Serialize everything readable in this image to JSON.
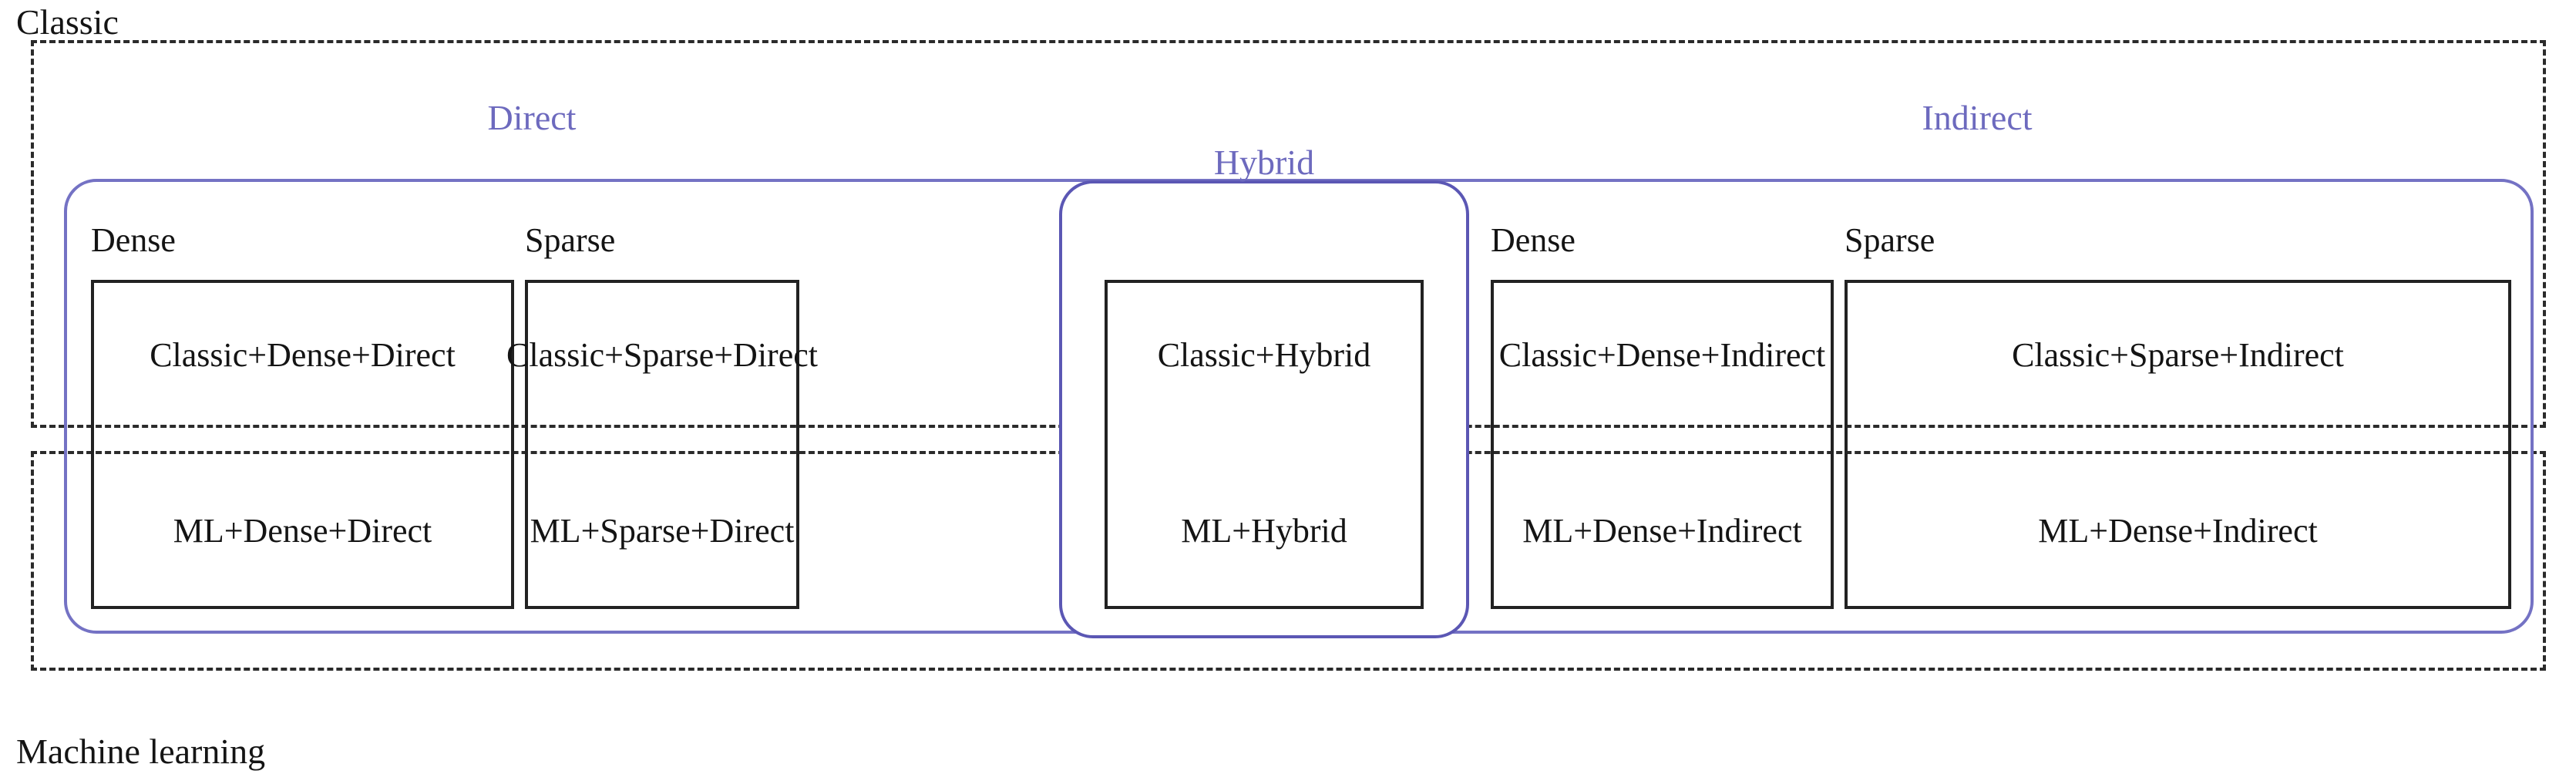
{
  "diagram": {
    "title_top": "Classic",
    "title_bottom": "Machine learning",
    "accent_color": "#6d6abe",
    "accent_color_hybrid": "#5b57b4",
    "border_color": "#222222",
    "dashed_color": "#2b2b2b"
  },
  "paradigms": {
    "classic": "Classic",
    "machine_learning": "Machine learning"
  },
  "families": {
    "direct": "Direct",
    "indirect": "Indirect",
    "hybrid": "Hybrid"
  },
  "columns": [
    {
      "id": "direct-dense",
      "label": "Dense",
      "family": "Direct",
      "classic_cell": "Classic+Dense+Direct",
      "ml_cell": "ML+Dense+Direct"
    },
    {
      "id": "direct-sparse",
      "label": "Sparse",
      "family": "Direct",
      "classic_cell": "Classic+Sparse+Direct",
      "ml_cell": "ML+Sparse+Direct"
    },
    {
      "id": "hybrid",
      "label": "Hybrid",
      "family": "Hybrid",
      "classic_cell": "Classic+Hybrid",
      "ml_cell": "ML+Hybrid"
    },
    {
      "id": "indirect-dense",
      "label": "Dense",
      "family": "Indirect",
      "classic_cell": "Classic+Dense+Indirect",
      "ml_cell": "ML+Dense+Indirect"
    },
    {
      "id": "indirect-sparse",
      "label": "Sparse",
      "family": "Indirect",
      "classic_cell": "Classic+Sparse+Indirect",
      "ml_cell": "ML+Dense+Indirect"
    }
  ]
}
